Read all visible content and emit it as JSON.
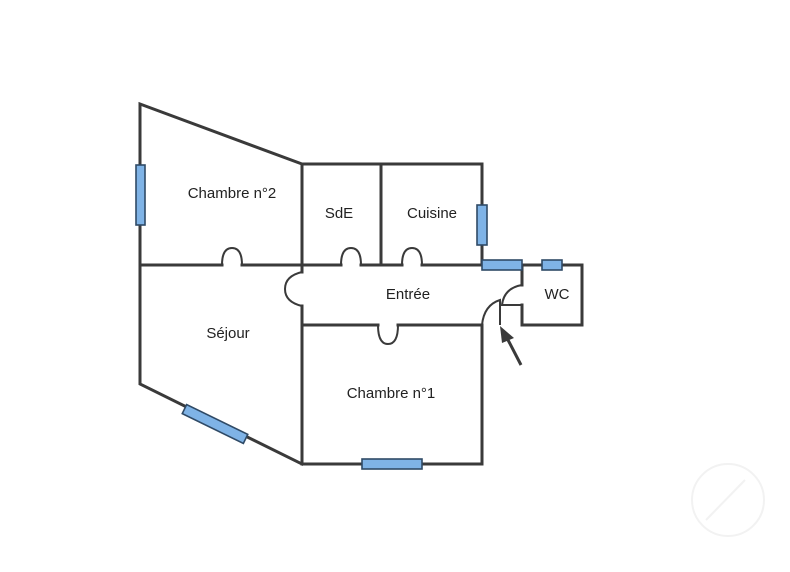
{
  "rooms": {
    "chambre2": "Chambre n°2",
    "sde": "SdE",
    "cuisine": "Cuisine",
    "wc": "WC",
    "entree": "Entrée",
    "sejour": "Séjour",
    "chambre1": "Chambre n°1"
  },
  "colors": {
    "wall": "#3a3a3a",
    "window": "#7fb3e6",
    "window_outline": "#2f4a66"
  }
}
